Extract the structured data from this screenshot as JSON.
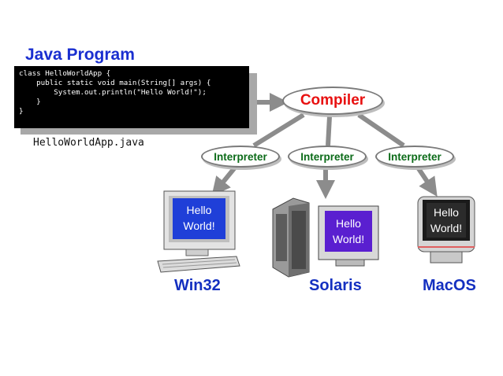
{
  "program": {
    "title": "Java Program",
    "code_lines": [
      "class HelloWorldApp {",
      "    public static void main(String[] args) {",
      "        System.out.println(\"Hello World!\");",
      "    }",
      "}"
    ],
    "filename": "HelloWorldApp.java"
  },
  "compiler": {
    "label": "Compiler"
  },
  "interpreters": [
    {
      "label": "Interpreter"
    },
    {
      "label": "Interpreter"
    },
    {
      "label": "Interpreter"
    }
  ],
  "platforms": [
    {
      "name": "Win32",
      "screen_line1": "Hello",
      "screen_line2": "World!",
      "screen_color": "#1f3fd8"
    },
    {
      "name": "Solaris",
      "screen_line1": "Hello",
      "screen_line2": "World!",
      "screen_color": "#5a1fd0"
    },
    {
      "name": "MacOS",
      "screen_line1": "Hello",
      "screen_line2": "World!",
      "screen_color": "#1a1a1a"
    }
  ],
  "colors": {
    "title_blue": "#1a2fd0",
    "compiler_red": "#e81010",
    "interpreter_green": "#0b6b18",
    "arrow_gray": "#8c8c8c"
  }
}
